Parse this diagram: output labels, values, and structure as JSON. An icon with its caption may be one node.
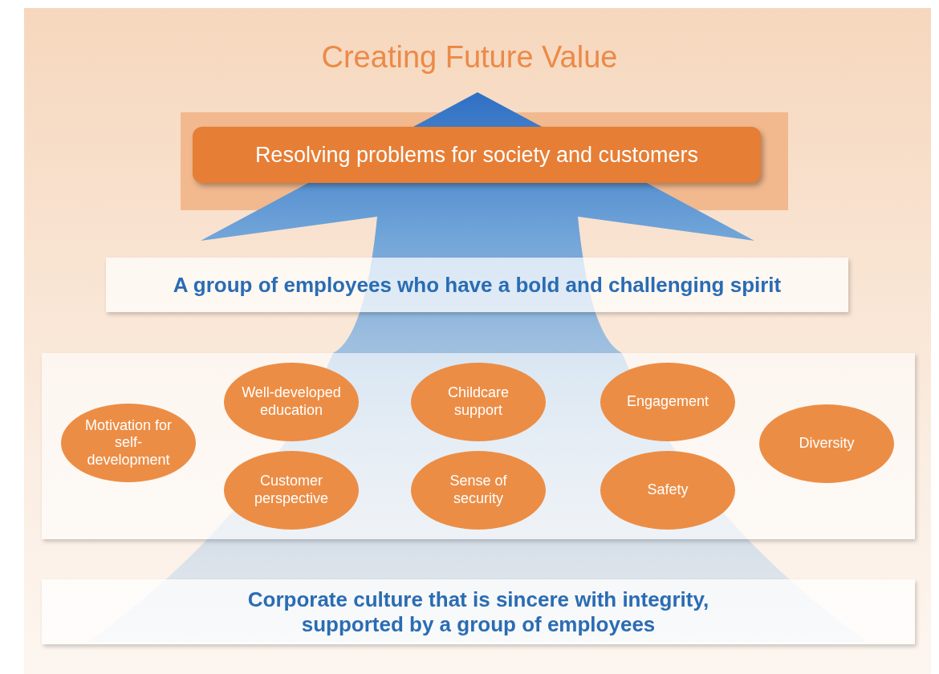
{
  "diagram": {
    "title": "Creating Future Value",
    "nodes": [
      {
        "text": [
          "Resolving problems for society and customers"
        ]
      },
      {
        "text": [
          "A group of employees who have a bold and challenging spirit"
        ]
      },
      {
        "text": [],
        "shape": "box"
      },
      {
        "text": [
          "Motivation for self-development"
        ],
        "in": 2
      },
      {
        "text": [
          "Well-developed education"
        ],
        "in": 2
      },
      {
        "text": [
          "Customer perspective"
        ],
        "in": 2
      },
      {
        "text": [
          "Childcare support"
        ],
        "in": 2
      },
      {
        "text": [
          "Sense of security"
        ],
        "in": 2
      },
      {
        "text": [
          "Engagement"
        ],
        "in": 2
      },
      {
        "text": [
          "Safety"
        ],
        "in": 2
      },
      {
        "text": [
          "Diversity"
        ],
        "in": 2
      },
      {
        "text": [
          "Corporate culture that is sincere with integrity, supported by a group of employees"
        ]
      }
    ],
    "edges": []
  }
}
